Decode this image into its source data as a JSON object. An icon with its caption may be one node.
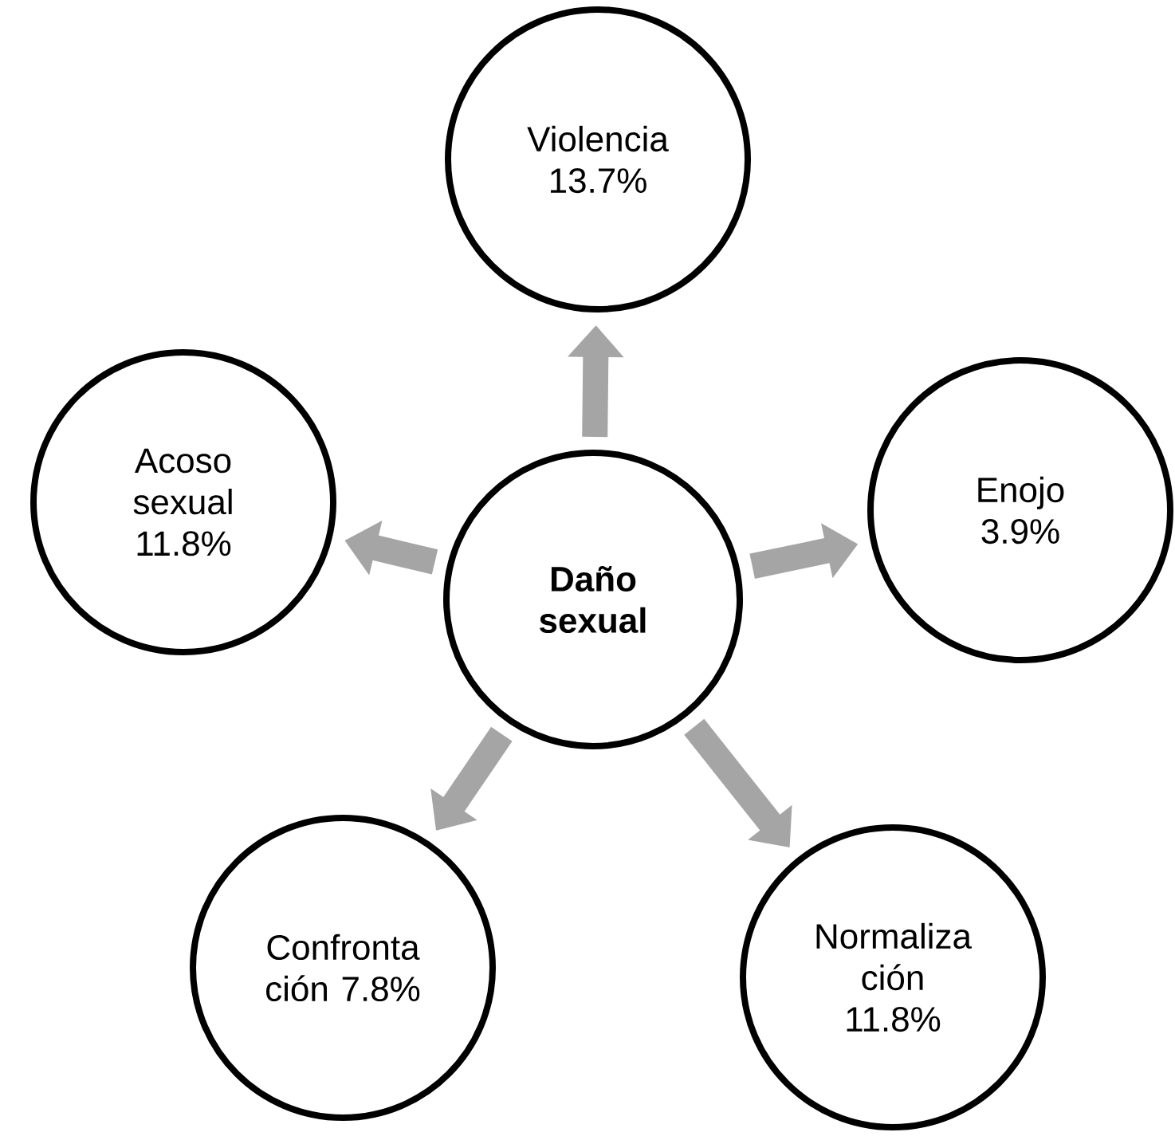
{
  "diagram": {
    "nodes": [
      {
        "text": [
          "**Daño sexual**"
        ]
      },
      {
        "text": [
          "Violencia 13.7%"
        ]
      },
      {
        "text": [
          "Enojo 3.9%"
        ]
      },
      {
        "text": [
          "Normaliza ción 11.8%"
        ]
      },
      {
        "text": [
          "Confronta ción 7.8%"
        ]
      },
      {
        "text": [
          "Acoso sexual 11.8%"
        ]
      }
    ],
    "edges": [
      {
        "from": 0,
        "to": 1,
        "arrow": "to"
      },
      {
        "from": 0,
        "to": 2,
        "arrow": "to"
      },
      {
        "from": 0,
        "to": 3,
        "arrow": "to"
      },
      {
        "from": 0,
        "to": 4,
        "arrow": "to"
      },
      {
        "from": 0,
        "to": 5,
        "arrow": "to"
      }
    ]
  }
}
